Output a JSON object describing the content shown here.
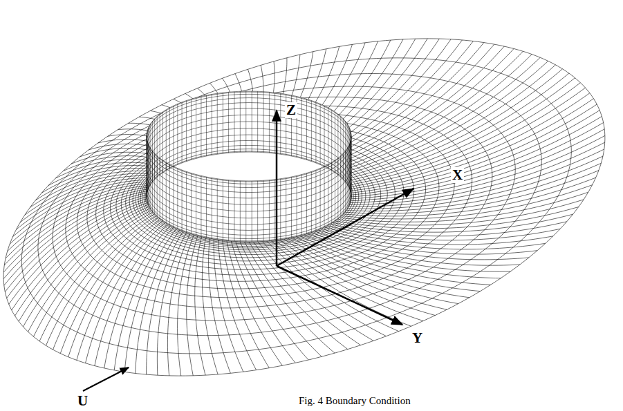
{
  "diagram": {
    "caption": "Fig. 4 Boundary Condition",
    "labels": [
      "Z",
      "X",
      "Y",
      "U"
    ]
  }
}
